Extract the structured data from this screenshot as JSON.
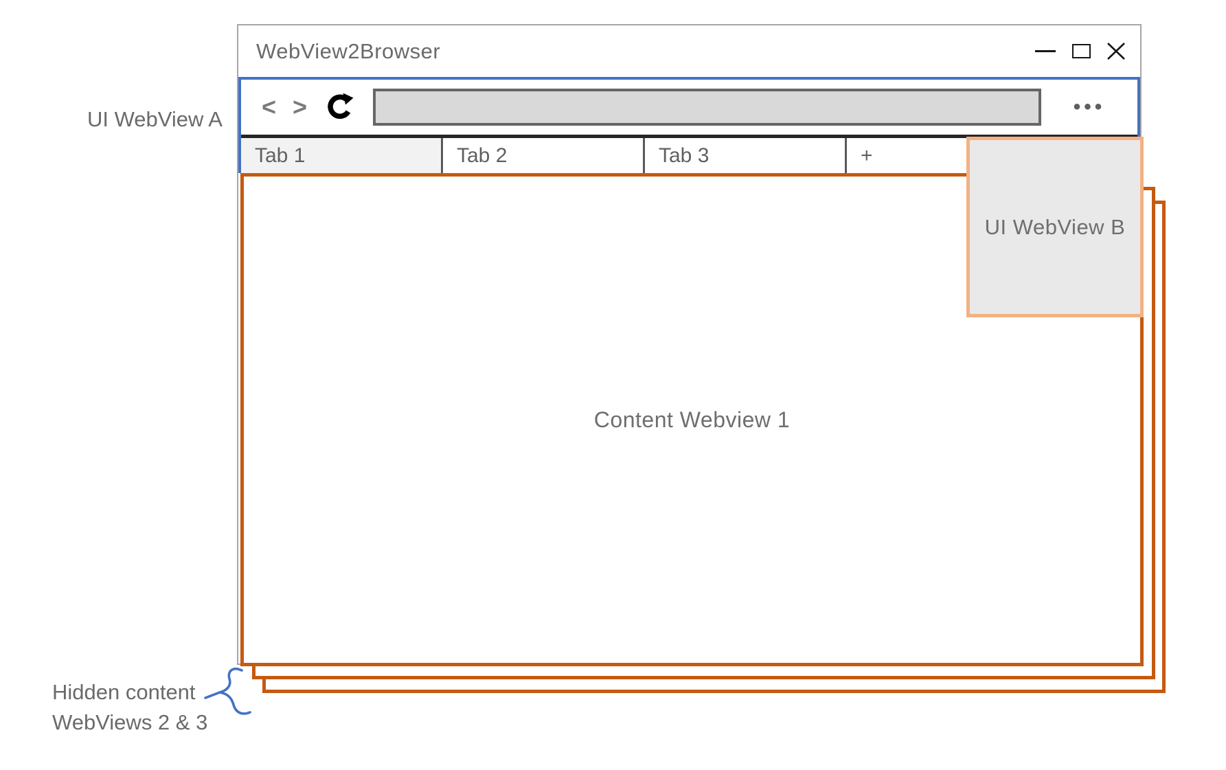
{
  "labels": {
    "ui_webview_a": "UI WebView A",
    "ui_webview_b": "UI WebView B",
    "content_webview_1": "Content Webview 1",
    "hidden_note_line_1": "Hidden content",
    "hidden_note_line_2": "WebViews 2 & 3"
  },
  "window": {
    "title": "WebView2Browser",
    "toolbar": {
      "back": "<",
      "forward": ">",
      "reload_icon": "clockwise-refresh-arrow",
      "address_value": "",
      "menu": "•••"
    },
    "tabs": [
      {
        "label": "Tab 1",
        "active": true
      },
      {
        "label": "Tab 2",
        "active": false
      },
      {
        "label": "Tab 3",
        "active": false
      },
      {
        "label": "+",
        "active": false
      }
    ]
  },
  "colors": {
    "ui_region_outline": "#4472c4",
    "content_webview_outline": "#c55a11",
    "ui_webview_b_outline": "#f4b183",
    "ui_webview_b_fill": "#e9e9e9",
    "window_frame": "#a6a6a6",
    "address_bar_fill": "#d9d9d9",
    "active_tab_fill": "#f2f2f2",
    "annotation_text": "#6a6a6a",
    "brace": "#4472c4"
  }
}
